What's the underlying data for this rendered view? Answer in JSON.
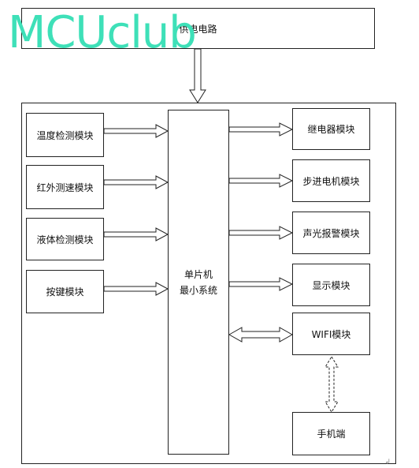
{
  "watermark": "MCUclub",
  "power": {
    "label": "供电电路"
  },
  "mcu": {
    "line1": "单片机",
    "line2": "最小系统"
  },
  "inputs": [
    "温度检测模块",
    "红外测速模块",
    "液体检测模块",
    "按键模块"
  ],
  "outputs": [
    "继电器模块",
    "步进电机模块",
    "声光报警模块",
    "显示模块"
  ],
  "wifi": {
    "label": "WIFI模块"
  },
  "phone": {
    "label": "手机端"
  },
  "page_mark": "↲"
}
